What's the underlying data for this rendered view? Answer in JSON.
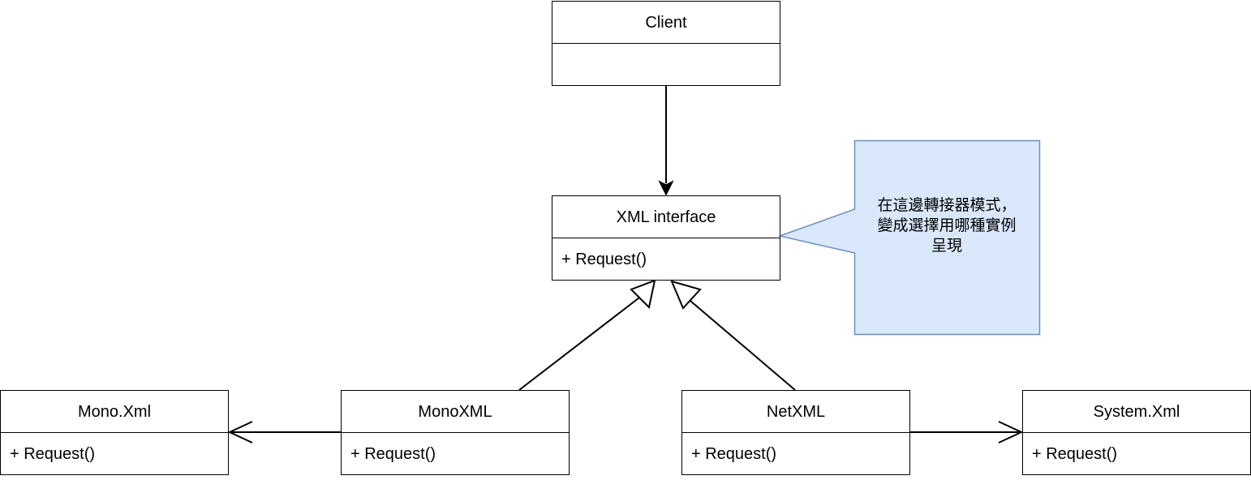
{
  "colors": {
    "stroke": "#000000",
    "box_fill": "#ffffff",
    "note_fill": "#dae8fc",
    "note_stroke": "#6c8ebf"
  },
  "classes": {
    "client": {
      "name": "Client",
      "members": ""
    },
    "xml_interface": {
      "name": "XML interface",
      "members": "+ Request()"
    },
    "mono_xml": {
      "name": "Mono.Xml",
      "members": "+ Request()"
    },
    "monoxml": {
      "name": "MonoXML",
      "members": "+ Request()"
    },
    "netxml": {
      "name": "NetXML",
      "members": "+ Request()"
    },
    "system_xml": {
      "name": "System.Xml",
      "members": "+ Request()"
    }
  },
  "note": {
    "lines": [
      "在這邊轉接器模式，",
      "變成選擇用哪種實例",
      "呈現"
    ]
  }
}
